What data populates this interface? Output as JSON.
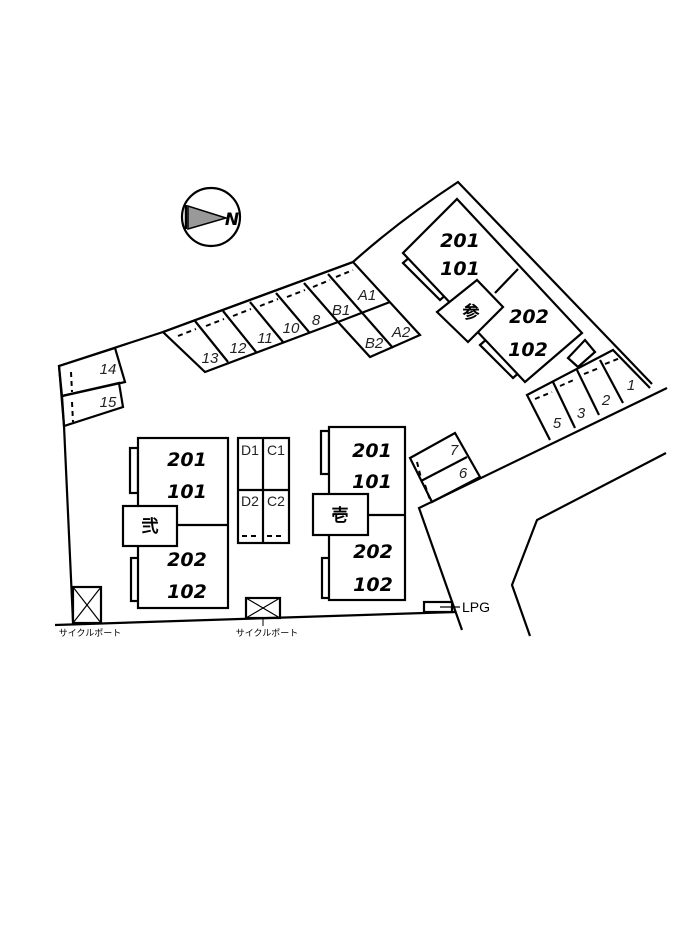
{
  "compass": {
    "label": "N",
    "arrow_color": "#888888"
  },
  "buildings": {
    "ichi": {
      "name": "壱",
      "units": [
        "201",
        "101",
        "202",
        "102"
      ]
    },
    "ni": {
      "name": "弐",
      "units": [
        "201",
        "101",
        "202",
        "102"
      ]
    },
    "san": {
      "name": "参",
      "units": [
        "201",
        "101",
        "202",
        "102"
      ]
    }
  },
  "parking": {
    "top_row": [
      "13",
      "12",
      "11",
      "10",
      "8"
    ],
    "ab": [
      "B1",
      "A1",
      "B2",
      "A2"
    ],
    "left": [
      "14",
      "15"
    ],
    "right_row": [
      "5",
      "3",
      "2",
      "1"
    ],
    "mid_right": [
      "7",
      "6"
    ],
    "dc": [
      "D1",
      "C1",
      "D2",
      "C2"
    ]
  },
  "facilities": {
    "cycle_port_1": "サイクルポート",
    "cycle_port_2": "サイクルポート",
    "lpg": "LPG"
  }
}
